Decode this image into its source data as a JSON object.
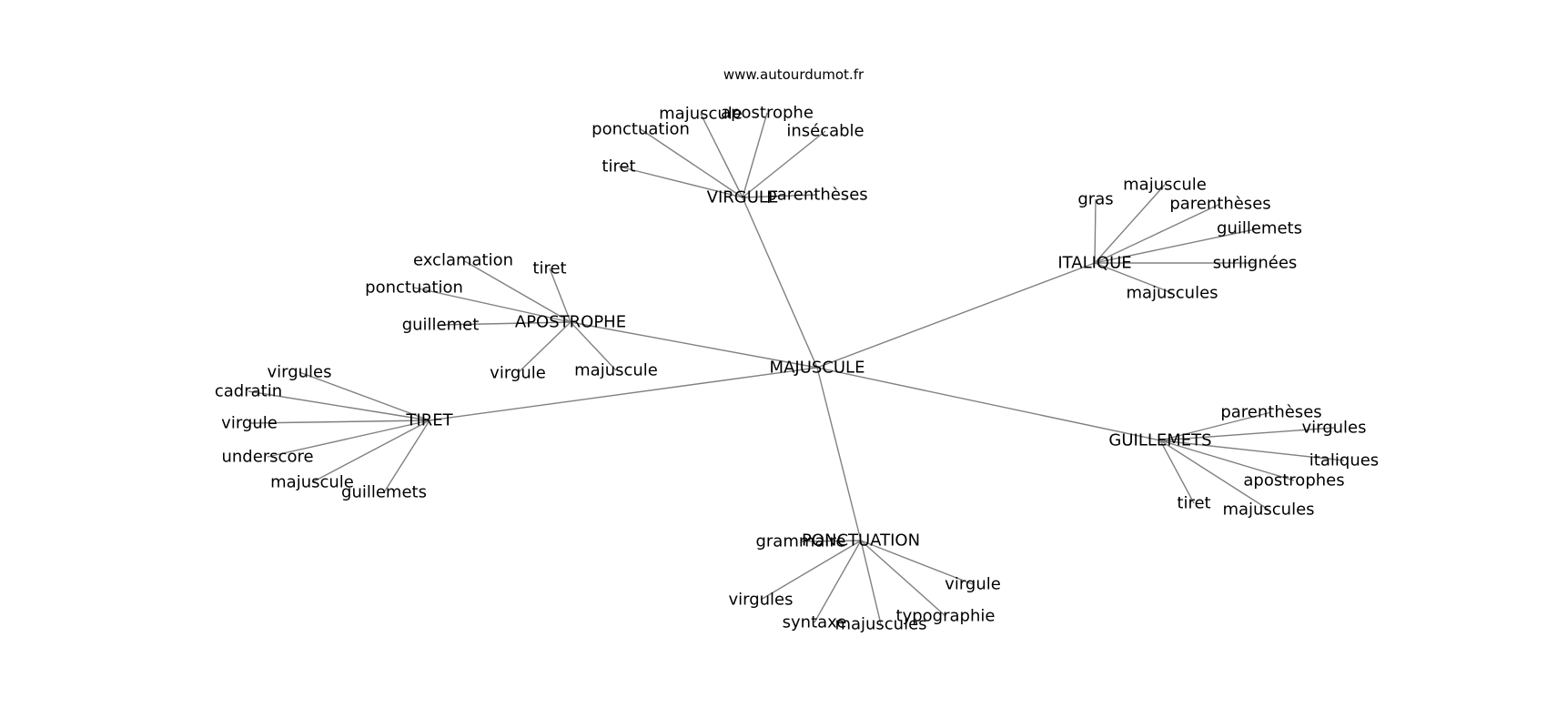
{
  "source": "www.autourdumot.fr",
  "edge_color": "#808080",
  "text_color": "#000000",
  "center": {
    "id": "majuscule",
    "label": "MAJUSCULE"
  },
  "hubs": [
    {
      "id": "virgule",
      "label": "VIRGULE",
      "leaves": [
        {
          "id": "ponctuation",
          "label": "ponctuation"
        },
        {
          "id": "majuscule",
          "label": "majuscule"
        },
        {
          "id": "apostrophe",
          "label": "apostrophe"
        },
        {
          "id": "insecable",
          "label": "insécable"
        },
        {
          "id": "tiret",
          "label": "tiret"
        },
        {
          "id": "parentheses",
          "label": "parenthèses"
        }
      ]
    },
    {
      "id": "italique",
      "label": "ITALIQUE",
      "leaves": [
        {
          "id": "gras",
          "label": "gras"
        },
        {
          "id": "majuscule",
          "label": "majuscule"
        },
        {
          "id": "parentheses",
          "label": "parenthèses"
        },
        {
          "id": "guillemets",
          "label": "guillemets"
        },
        {
          "id": "surlignees",
          "label": "surlignées"
        },
        {
          "id": "majuscules",
          "label": "majuscules"
        }
      ]
    },
    {
      "id": "apostrophe",
      "label": "APOSTROPHE",
      "leaves": [
        {
          "id": "exclamation",
          "label": "exclamation"
        },
        {
          "id": "tiret",
          "label": "tiret"
        },
        {
          "id": "ponctuation",
          "label": "ponctuation"
        },
        {
          "id": "guillemet",
          "label": "guillemet"
        },
        {
          "id": "virgule",
          "label": "virgule"
        },
        {
          "id": "majuscule",
          "label": "majuscule"
        }
      ]
    },
    {
      "id": "tiret",
      "label": "TIRET",
      "leaves": [
        {
          "id": "virgules",
          "label": "virgules"
        },
        {
          "id": "cadratin",
          "label": "cadratin"
        },
        {
          "id": "virgule",
          "label": "virgule"
        },
        {
          "id": "underscore",
          "label": "underscore"
        },
        {
          "id": "majuscule",
          "label": "majuscule"
        },
        {
          "id": "guillemets",
          "label": "guillemets"
        }
      ]
    },
    {
      "id": "guillemets",
      "label": "GUILLEMETS",
      "leaves": [
        {
          "id": "parentheses",
          "label": "parenthèses"
        },
        {
          "id": "virgules",
          "label": "virgules"
        },
        {
          "id": "italiques",
          "label": "italiques"
        },
        {
          "id": "apostrophes",
          "label": "apostrophes"
        },
        {
          "id": "tiret",
          "label": "tiret"
        },
        {
          "id": "majuscules",
          "label": "majuscules"
        }
      ]
    },
    {
      "id": "ponctuation",
      "label": "PONCTUATION",
      "leaves": [
        {
          "id": "grammaire",
          "label": "grammaire"
        },
        {
          "id": "virgule",
          "label": "virgule"
        },
        {
          "id": "virgules",
          "label": "virgules"
        },
        {
          "id": "syntaxe",
          "label": "syntaxe"
        },
        {
          "id": "majuscules",
          "label": "majuscules"
        },
        {
          "id": "typographie",
          "label": "typographie"
        }
      ]
    }
  ]
}
